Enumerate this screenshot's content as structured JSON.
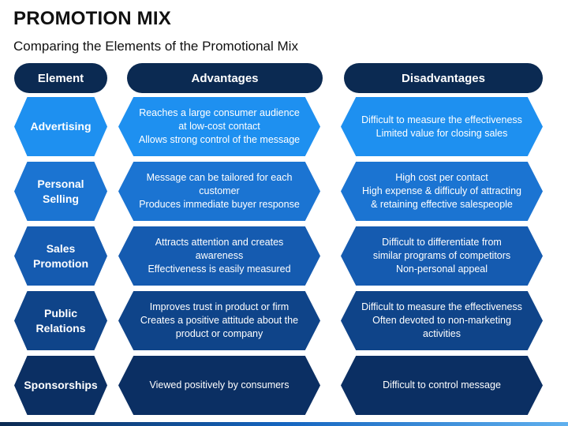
{
  "header": {
    "title": "PROMOTION MIX",
    "subtitle": "Comparing the Elements of the Promotional Mix"
  },
  "columns": {
    "element": "Element",
    "advantages": "Advantages",
    "disadvantages": "Disadvantages"
  },
  "rows": [
    {
      "element": "Advertising",
      "advantages": "Reaches a large consumer audience\nat low-cost contact\nAllows strong control of the message",
      "disadvantages": "Difficult to measure the effectiveness\nLimited value for closing sales"
    },
    {
      "element": "Personal\nSelling",
      "advantages": "Message can be tailored for each\ncustomer\nProduces immediate buyer response",
      "disadvantages": "High cost per contact\nHigh expense & difficuly of attracting\n& retaining effective salespeople"
    },
    {
      "element": "Sales\nPromotion",
      "advantages": "Attracts attention and creates awareness\nEffectiveness is easily measured",
      "disadvantages": "Difficult to differentiate from\nsimilar programs of competitors\nNon-personal appeal"
    },
    {
      "element": "Public\nRelations",
      "advantages": "Improves trust in product or firm\nCreates a positive attitude about the\nproduct or company",
      "disadvantages": "Difficult to measure the effectiveness\nOften devoted to non-marketing activities"
    },
    {
      "element": "Sponsorships",
      "advantages": "Viewed positively by consumers",
      "disadvantages": "Difficult to control message"
    }
  ],
  "colors": {
    "header_pill": "#0b2a52",
    "row_colors": [
      "#1e90f0",
      "#1b74d2",
      "#155bb0",
      "#0f4489",
      "#0b2f63"
    ]
  }
}
